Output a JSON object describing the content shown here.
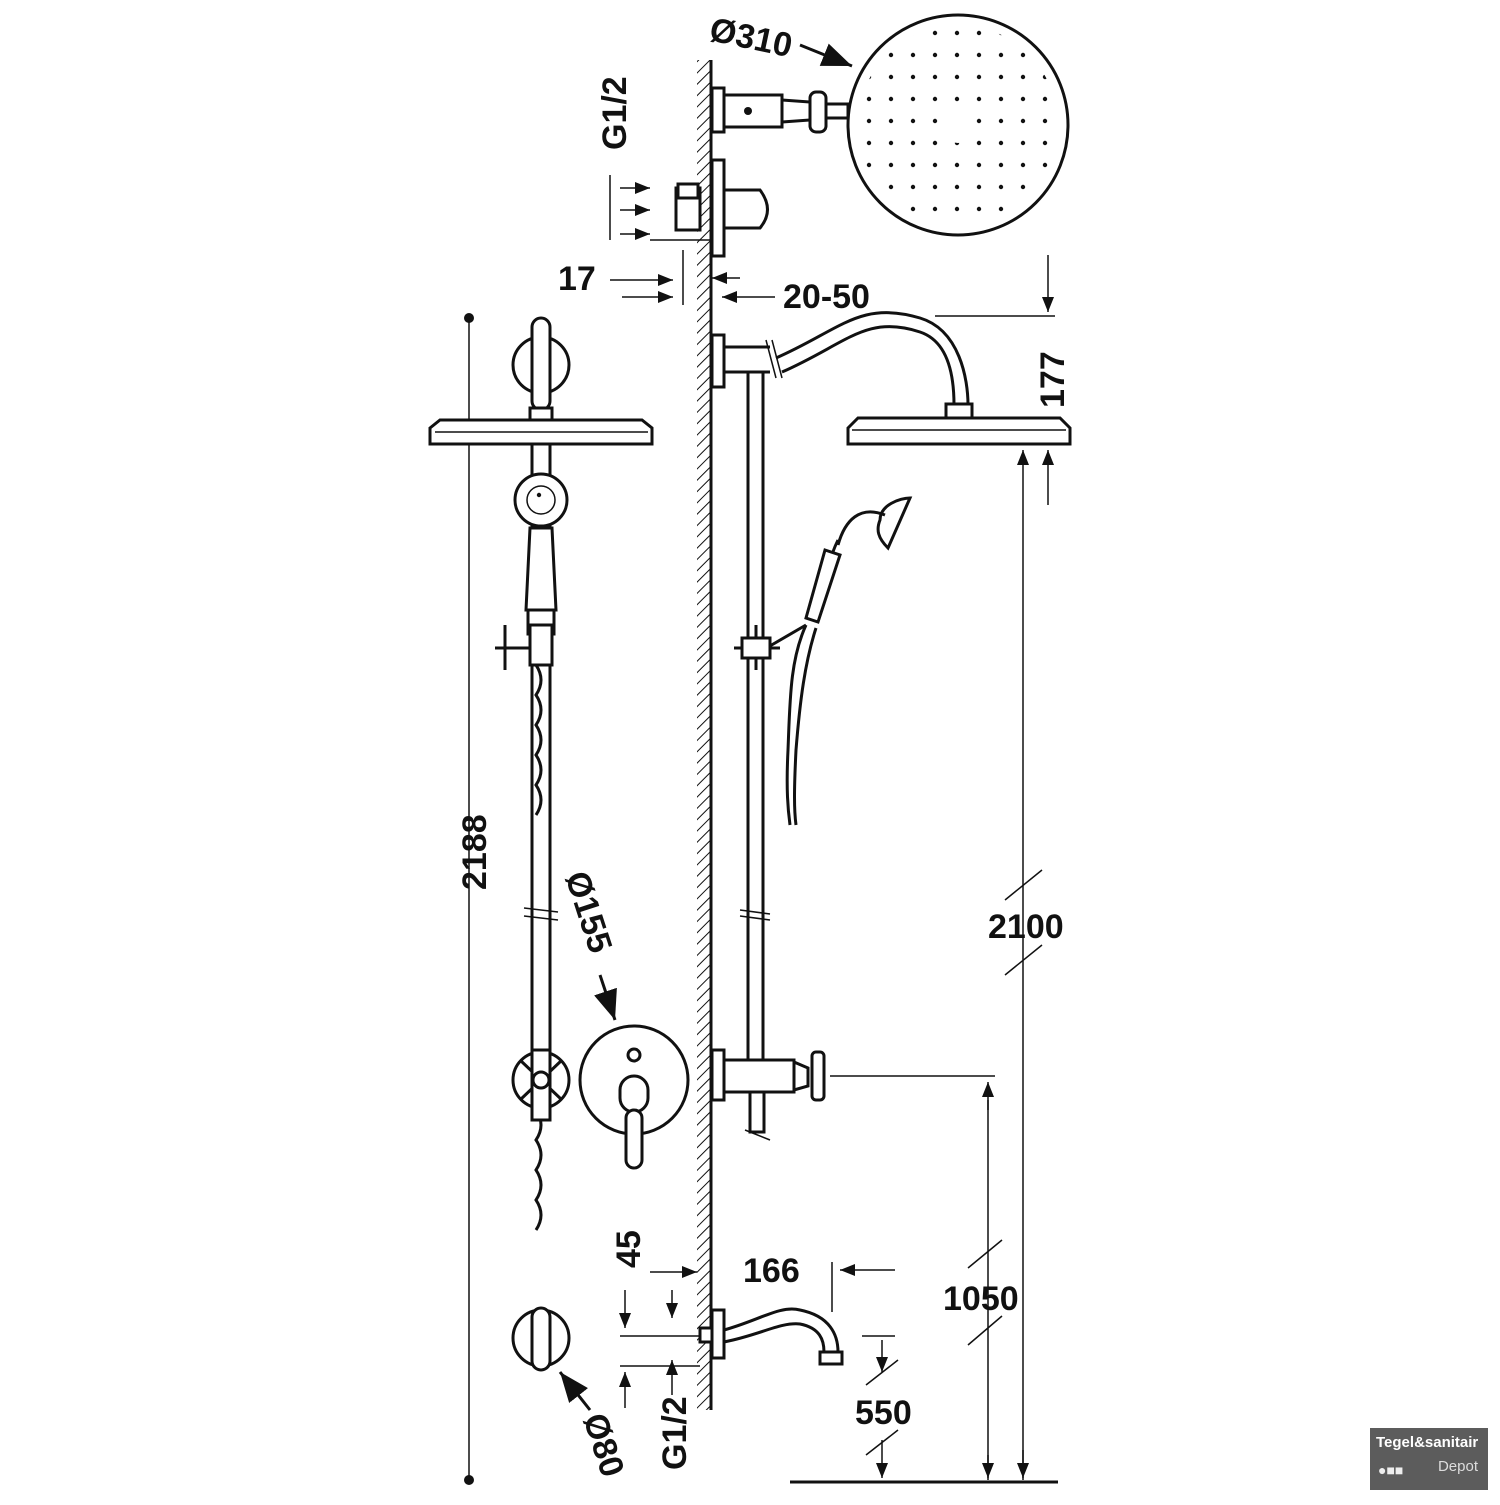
{
  "dimensions": {
    "head_diameter": "Ø310",
    "inlet_thread_top": "G1/2",
    "wall_offset": "17",
    "wall_depth_range": "20-50",
    "arm_drop": "177",
    "total_height": "2188",
    "mixer_plate_diameter": "Ø155",
    "head_height": "2100",
    "spout_offset": "45",
    "spout_projection": "166",
    "mixer_height": "1050",
    "spout_height": "550",
    "inlet_thread_bottom": "G1/2",
    "handle_diameter": "Ø80"
  },
  "watermark": {
    "line1": "Tegel&sanitair",
    "line2": "Depot"
  }
}
